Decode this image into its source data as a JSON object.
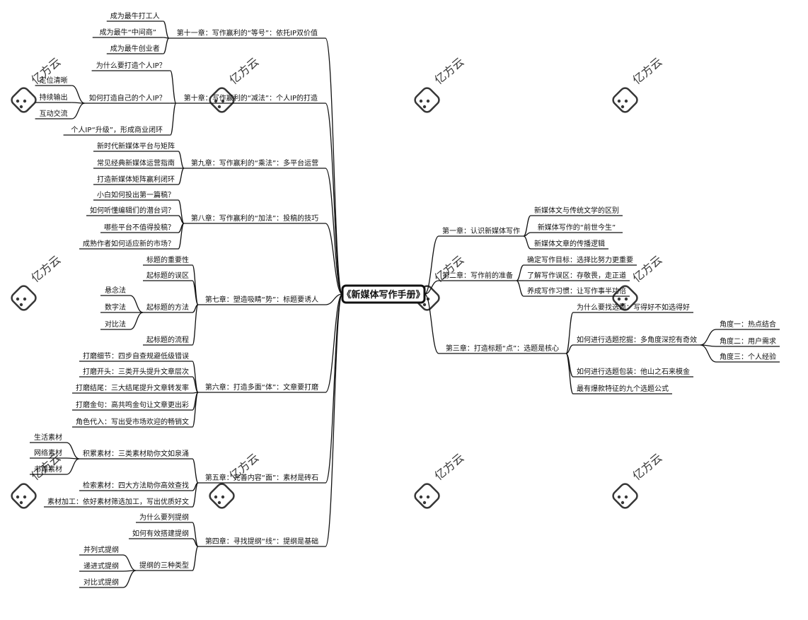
{
  "root": {
    "label": "《新媒体写作手册》"
  },
  "right_branches": [
    {
      "label": "第一章：认识新媒体写作",
      "children": [
        {
          "label": "新媒体文与传统文学的区别"
        },
        {
          "label": "新媒体写作的“前世今生”"
        },
        {
          "label": "新媒体文章的传播逻辑"
        }
      ]
    },
    {
      "label": "第二章：写作前的准备",
      "children": [
        {
          "label": "确定写作目标：选择比努力更重要"
        },
        {
          "label": "了解写作误区：存敬畏，走正道"
        },
        {
          "label": "养成写作习惯：让写作事半功倍"
        }
      ]
    },
    {
      "label": "第三章：打造标题“点”：选题是核心",
      "children": [
        {
          "label": "为什么要找选题：写得好不如选得好"
        },
        {
          "label": "如何进行选题挖掘：多角度深挖有奇效",
          "children": [
            {
              "label": "角度一：热点结合"
            },
            {
              "label": "角度二：用户需求"
            },
            {
              "label": "角度三：个人经验"
            }
          ]
        },
        {
          "label": "如何进行选题包装：他山之石来模金"
        },
        {
          "label": "最有爆款特征的九个选题公式"
        }
      ]
    }
  ],
  "left_branches": [
    {
      "label": "第十一章：写作赢利的“等号”：依托IP双价值",
      "children": [
        {
          "label": "成为最牛打工人"
        },
        {
          "label": "成为最牛“中间商”"
        },
        {
          "label": "成为最牛创业者"
        }
      ]
    },
    {
      "label": "第十章：写作赢利的“减法”：个人IP的打造",
      "children": [
        {
          "label": "为什么要打造个人IP？"
        },
        {
          "label": "如何打造自己的个人IP？",
          "children": [
            {
              "label": "定位清晰"
            },
            {
              "label": "持续输出"
            },
            {
              "label": "互动交流"
            }
          ]
        },
        {
          "label": "个人IP“升级”，形成商业闭环"
        }
      ]
    },
    {
      "label": "第九章：写作赢利的“乘法”：多平台运营",
      "children": [
        {
          "label": "新时代新媒体平台与矩阵"
        },
        {
          "label": "常见经典新媒体运营指南"
        },
        {
          "label": "打造新媒体矩阵赢利闭环"
        }
      ]
    },
    {
      "label": "第八章：写作赢利的“加法”：投稿的技巧",
      "children": [
        {
          "label": "小白如何投出第一篇稿？"
        },
        {
          "label": "如何听懂编辑们的潜台词？"
        },
        {
          "label": "哪些平台不值得投稿？"
        },
        {
          "label": "成熟作者如何适应新的市场？"
        }
      ]
    },
    {
      "label": "第七章：塑造吸睛“势”：标题要诱人",
      "children": [
        {
          "label": "标题的重要性"
        },
        {
          "label": "起标题的误区"
        },
        {
          "label": "起标题的方法",
          "children": [
            {
              "label": "悬念法"
            },
            {
              "label": "数字法"
            },
            {
              "label": "对比法"
            }
          ]
        },
        {
          "label": "起标题的流程"
        }
      ]
    },
    {
      "label": "第六章：打造多面“体”：文章要打磨",
      "children": [
        {
          "label": "打磨细节：四步自查规避低级错误"
        },
        {
          "label": "打磨开头：三类开头提升文章层次"
        },
        {
          "label": "打磨结尾：三大结尾提升文章转发率"
        },
        {
          "label": "打磨金句：高共鸣金句让文章更出彩"
        },
        {
          "label": "角色代入：写出受市场欢迎的畅销文"
        }
      ]
    },
    {
      "label": "第五章：完善内容“面”：素材是砖石",
      "children": [
        {
          "label": "积累素材：三类素材助你文如泉涌",
          "children": [
            {
              "label": "生活素材"
            },
            {
              "label": "网络素材"
            },
            {
              "label": "书籍素材"
            }
          ]
        },
        {
          "label": "检索素材：四大方法助你高效查找"
        },
        {
          "label": "素材加工：依好素材筛选加工，写出优质好文"
        }
      ]
    },
    {
      "label": "第四章：寻找提纲“线”：提纲是基础",
      "children": [
        {
          "label": "为什么要列提纲"
        },
        {
          "label": "如何有效搭建提纲"
        },
        {
          "label": "提纲的三种类型",
          "children": [
            {
              "label": "并列式提纲"
            },
            {
              "label": "递进式提纲"
            },
            {
              "label": "对比式提纲"
            }
          ]
        }
      ]
    }
  ],
  "watermark": {
    "text": "亿方云"
  }
}
